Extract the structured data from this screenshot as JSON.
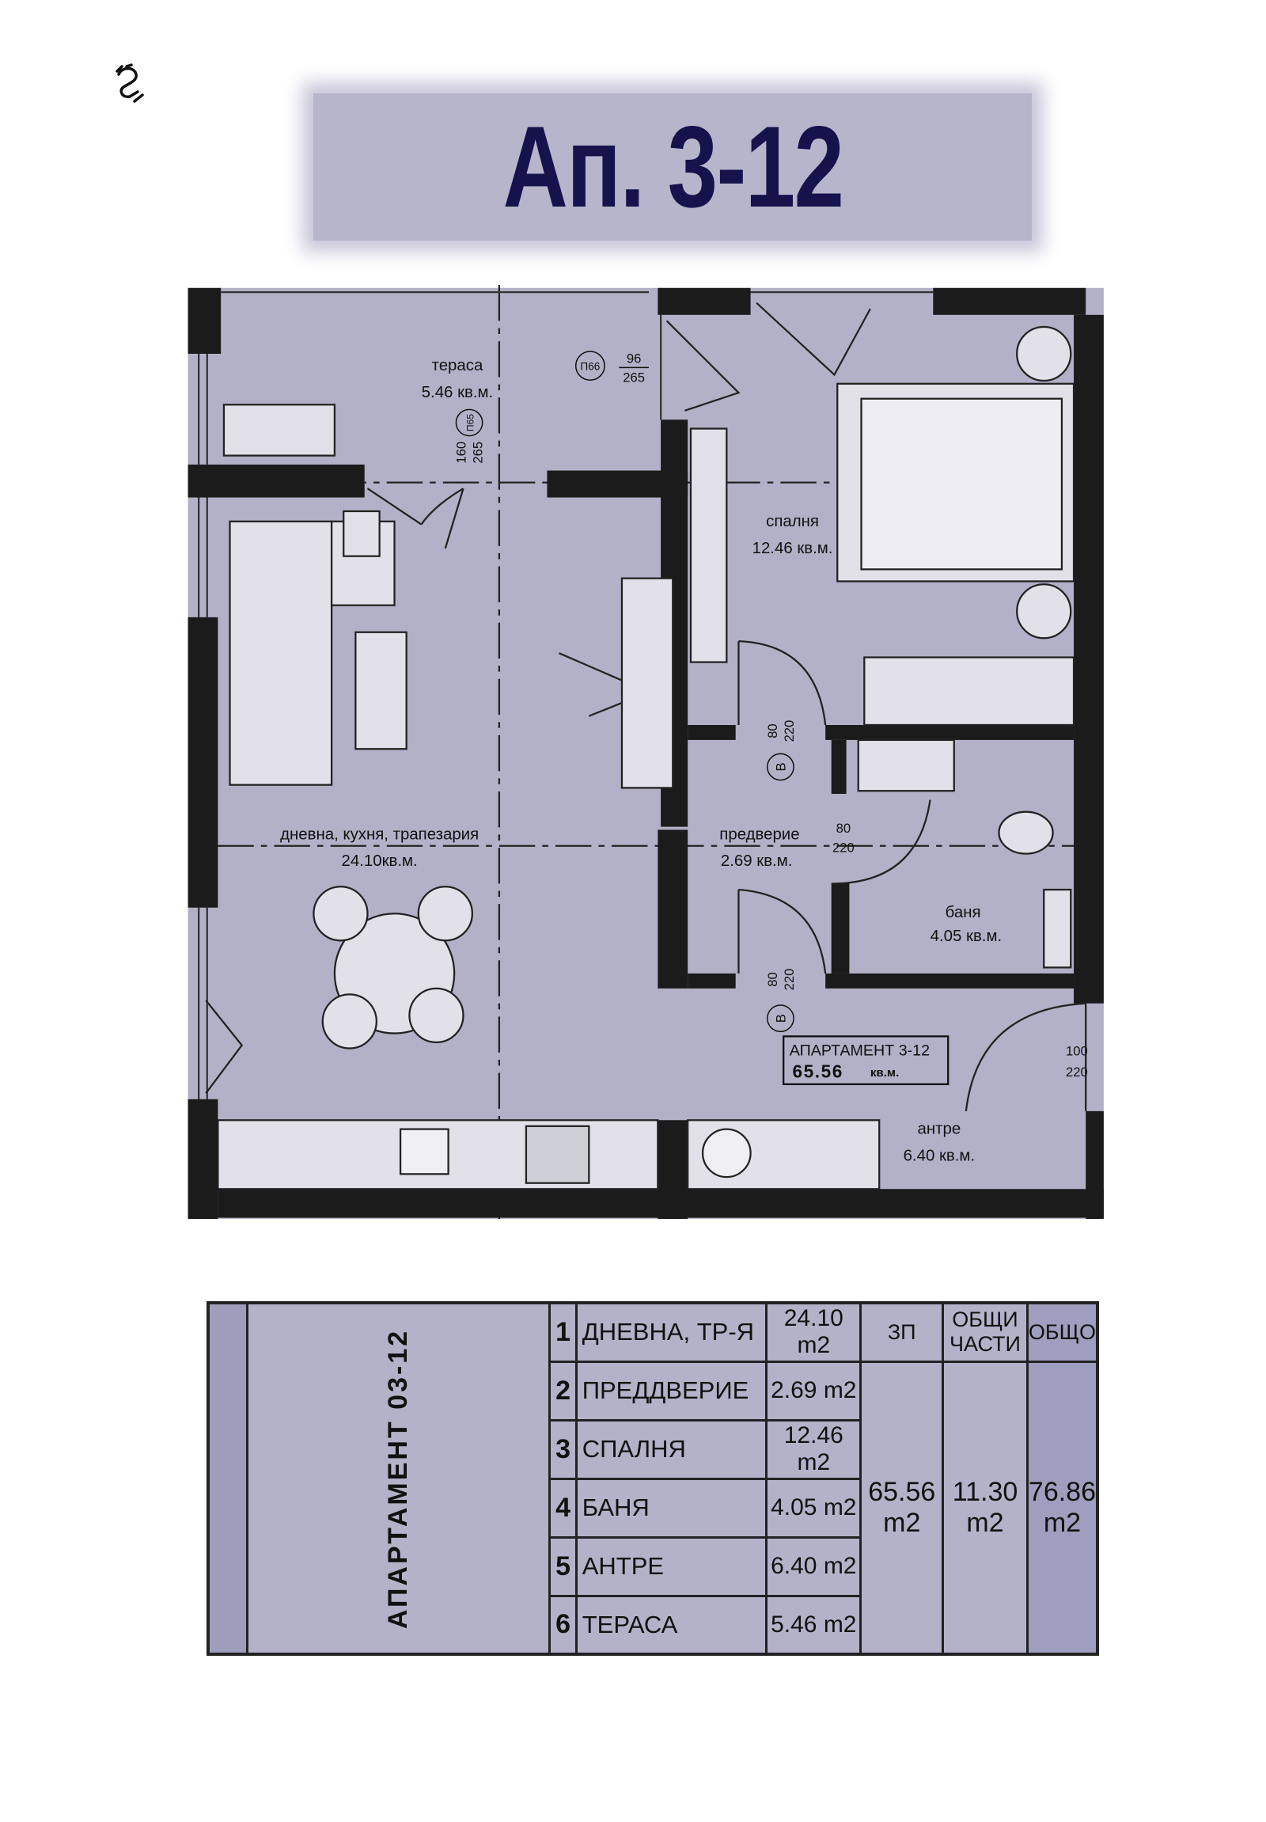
{
  "header": {
    "title": "Ап. 3-12",
    "logo": "scorpion-logo"
  },
  "colors": {
    "title": "#16134c",
    "title_band": "#b7b5cc",
    "plan_floor": "#b3b1c8",
    "walls": "#1a1a1a",
    "table_bg": "#b4b2c9",
    "table_accent": "#9e9dbc"
  },
  "plan": {
    "rooms": [
      {
        "name": "тераса",
        "area": "5.46 кв.м."
      },
      {
        "name": "спалня",
        "area": "12.46 кв.м."
      },
      {
        "name": "дневна, кухня, трапезария",
        "area": "24.10кв.м."
      },
      {
        "name": "предверие",
        "area": "2.69  кв.м."
      },
      {
        "name": "баня",
        "area": "4.05  кв.м."
      },
      {
        "name": "антре",
        "area": "6.40 кв.м."
      }
    ],
    "apartment_label": {
      "title": "АПАРТАМЕНТ 3-12",
      "area": "65.56",
      "unit": "кв.м."
    },
    "doors": [
      {
        "tag": "П66",
        "width": "96",
        "height": "265"
      },
      {
        "tag": "П65",
        "width": "160",
        "height": "265"
      },
      {
        "tag": "B",
        "width": "80",
        "height": "220"
      },
      {
        "tag": "",
        "width": "80",
        "height": "220"
      },
      {
        "tag": "B",
        "width": "80",
        "height": "220"
      },
      {
        "tag": "",
        "width": "100",
        "height": "220"
      }
    ]
  },
  "table": {
    "apartment": "АПАРТАМЕНТ  03-12",
    "rows": [
      {
        "num": "1",
        "name": "ДНЕВНА, ТР-Я",
        "area": "24.10  m2"
      },
      {
        "num": "2",
        "name": "ПРЕДДВЕРИЕ",
        "area": "2.69  m2"
      },
      {
        "num": "3",
        "name": "СПАЛНЯ",
        "area": "12.46  m2"
      },
      {
        "num": "4",
        "name": "БАНЯ",
        "area": "4.05  m2"
      },
      {
        "num": "5",
        "name": "АНТРЕ",
        "area": "6.40  m2"
      },
      {
        "num": "6",
        "name": "ТЕРАСА",
        "area": "5.46  m2"
      }
    ],
    "headers": {
      "zp": "ЗП",
      "common_1": "ОБЩИ",
      "common_2": "ЧАСТИ",
      "total": "ОБЩО"
    },
    "zp_value": "65.56",
    "common_value": "11.30",
    "total_value": "76.86",
    "unit": "m2"
  }
}
